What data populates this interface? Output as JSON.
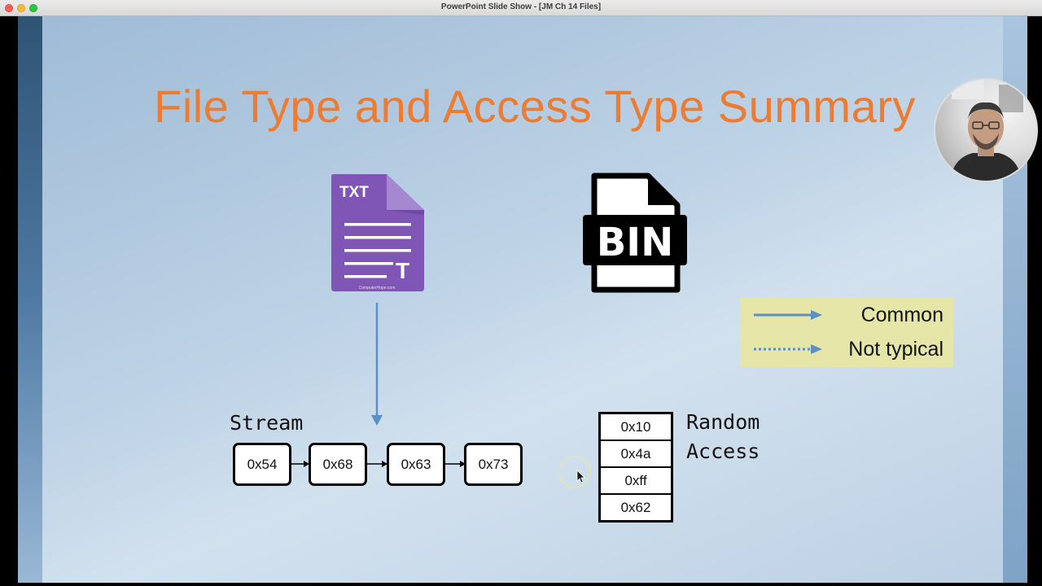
{
  "window": {
    "title": "PowerPoint Slide Show - [JM Ch 14 Files]"
  },
  "slide": {
    "title": "File Type and Access Type Summary",
    "txt_icon": {
      "label": "TXT",
      "corner_letter": "T",
      "watermark": "ComputerHope.com"
    },
    "bin_icon": {
      "label": "BIN"
    },
    "legend": {
      "common": "Common",
      "not_typical": "Not typical"
    },
    "stream": {
      "label": "Stream",
      "cells": [
        "0x54",
        "0x68",
        "0x63",
        "0x73"
      ]
    },
    "random_access": {
      "label_line1": "Random",
      "label_line2": "Access",
      "cells": [
        "0x10",
        "0x4a",
        "0xff",
        "0x62"
      ]
    }
  },
  "colors": {
    "title": "#ed7c31",
    "arrow": "#5b8fc6",
    "txt_purple": "#7f55b5",
    "legend_bg": "#e6e6a9"
  },
  "icons": [
    "txt-file-icon",
    "bin-file-icon",
    "mouse-cursor-icon",
    "webcam-video"
  ]
}
